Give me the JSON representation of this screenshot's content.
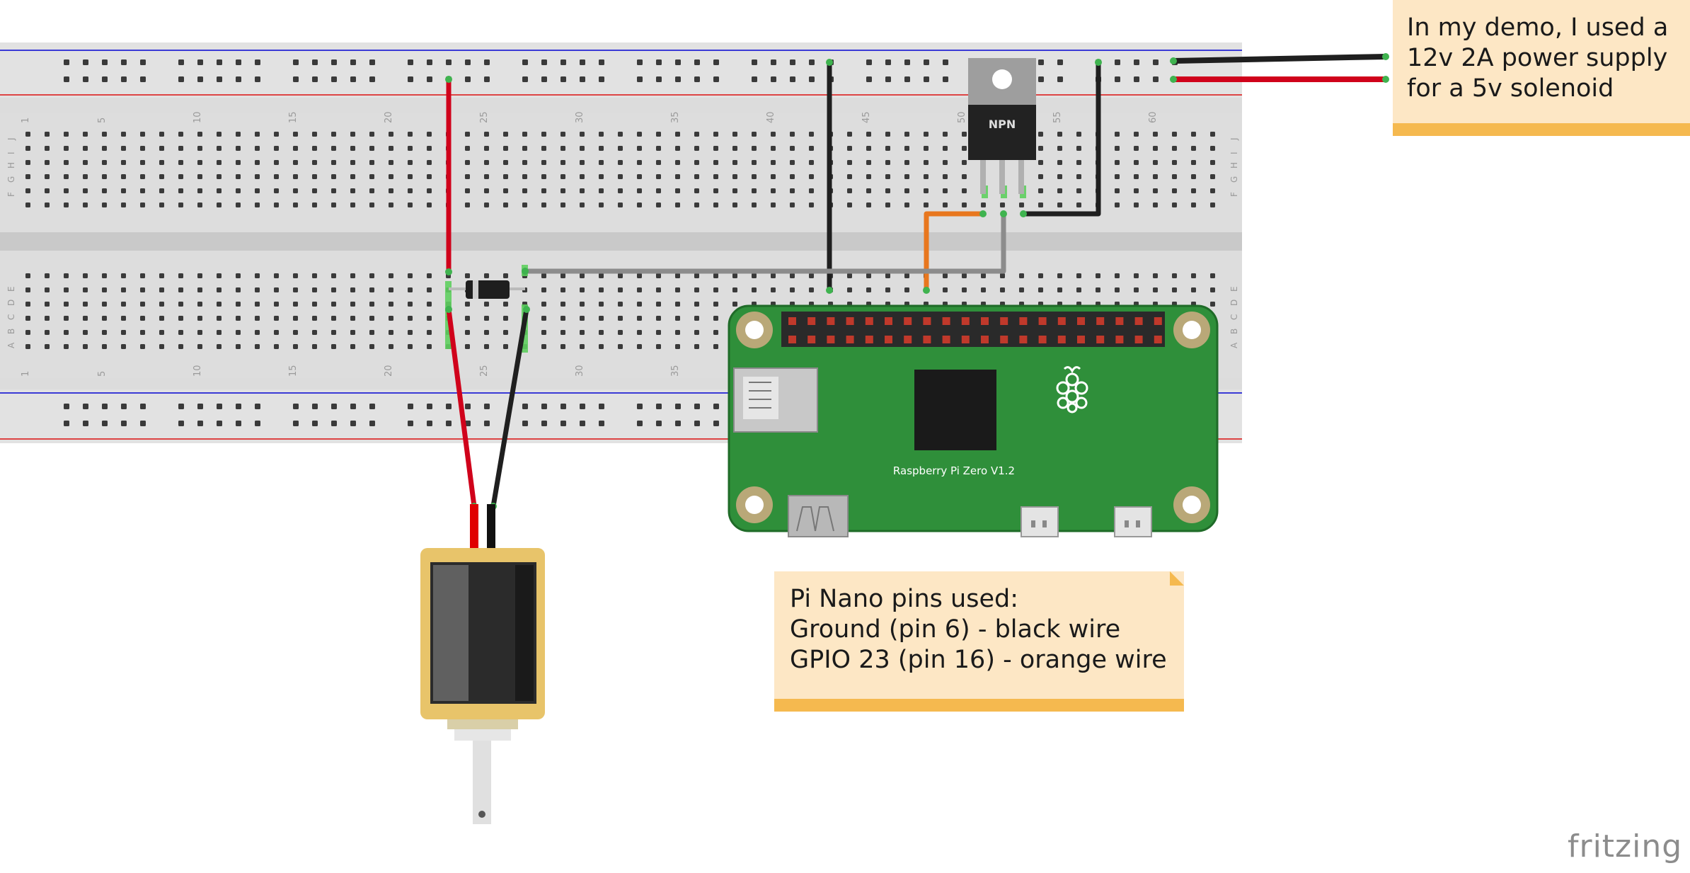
{
  "breadboard": {
    "column_numbers": [
      "1",
      "5",
      "10",
      "15",
      "20",
      "25",
      "30",
      "35",
      "40",
      "45",
      "50",
      "55",
      "60"
    ],
    "top_row_letters": [
      "J",
      "I",
      "H",
      "G",
      "F"
    ],
    "bottom_row_letters": [
      "E",
      "D",
      "C",
      "B",
      "A"
    ]
  },
  "transistor": {
    "label": "NPN"
  },
  "pi_board": {
    "label": "Raspberry Pi Zero V1.2"
  },
  "note_power": {
    "lines": [
      "In my demo, I used a",
      "12v 2A power supply",
      "for a 5v solenoid"
    ]
  },
  "note_pins": {
    "lines": [
      "Pi Nano pins used:",
      "Ground (pin 6) - black wire",
      "GPIO 23 (pin 16) - orange wire"
    ]
  },
  "logo": {
    "text": "fritzing"
  },
  "colors": {
    "wire_red": "#d0021b",
    "wire_black": "#1f1f1f",
    "wire_orange": "#e8771e",
    "wire_gray": "#8c8c8c",
    "pcb_green": "#2f8f3a",
    "note_bg": "#fde7c5",
    "note_bar": "#f5b94f"
  }
}
